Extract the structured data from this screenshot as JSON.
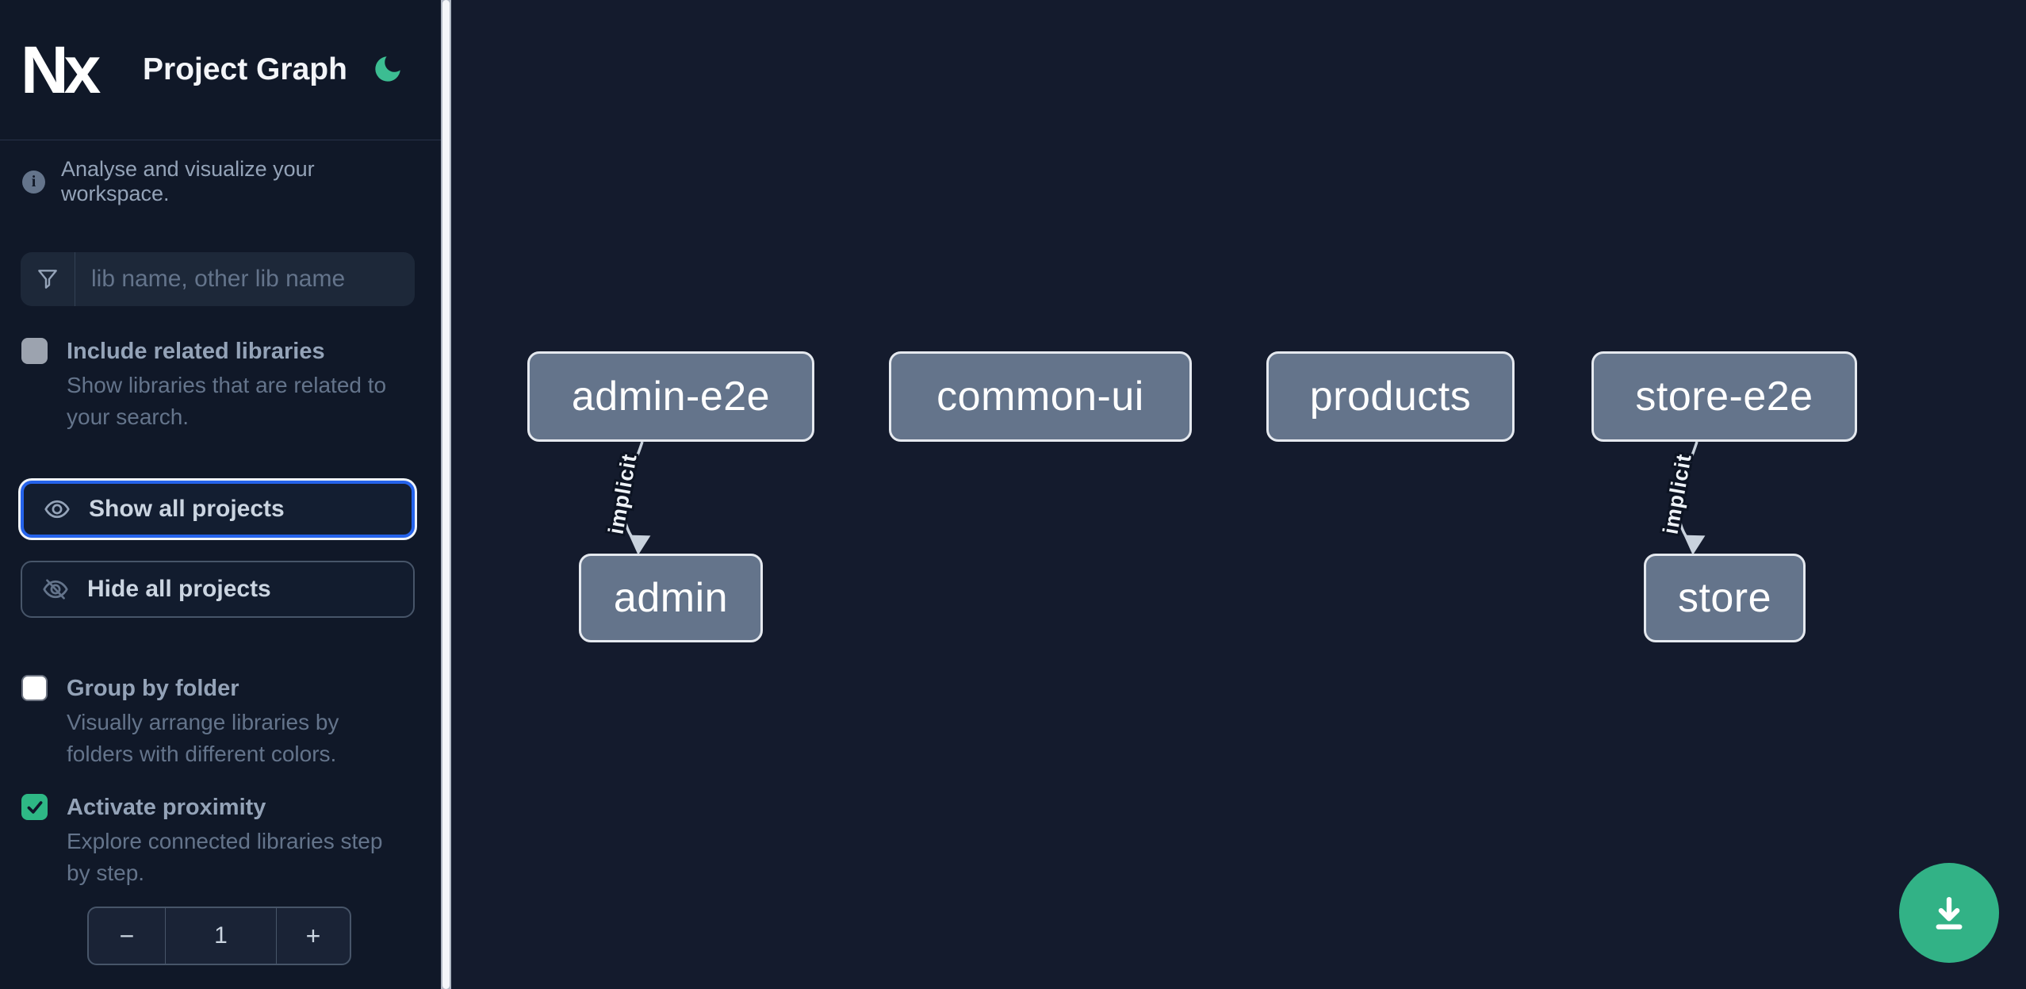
{
  "header": {
    "logo_text": "Nx",
    "title": "Project Graph",
    "theme_toggle": "moon-icon"
  },
  "sidebar": {
    "info": {
      "text": "Analyse and visualize your workspace."
    },
    "filter": {
      "placeholder": "lib name, other lib name",
      "icon": "funnel-icon"
    },
    "toggles": [
      {
        "label": "Include related libraries",
        "description": "Show libraries that are related to\nyour search.",
        "checked": false,
        "enabled": false
      },
      {
        "label": "Group by folder",
        "description": "Visually arrange libraries by\nfolders with different colors.",
        "checked": false,
        "enabled": true
      },
      {
        "label": "Activate proximity",
        "description": "Explore connected libraries step\nby step.",
        "checked": true,
        "enabled": true
      }
    ],
    "actions": [
      {
        "label": "Show all projects",
        "icon": "eye-icon",
        "focused": true
      },
      {
        "label": "Hide all projects",
        "icon": "eye-off-icon",
        "focused": false
      }
    ],
    "proximity_stepper": {
      "decrement_label": "−",
      "value": "1",
      "increment_label": "+"
    }
  },
  "graph": {
    "nodes": [
      {
        "label": "admin-e2e"
      },
      {
        "label": "common-ui"
      },
      {
        "label": "products"
      },
      {
        "label": "store-e2e"
      },
      {
        "label": "admin"
      },
      {
        "label": "store"
      }
    ],
    "edges": [
      {
        "source": "admin-e2e",
        "target": "admin",
        "label": "implicit",
        "type": "implicit"
      },
      {
        "source": "store-e2e",
        "target": "store",
        "label": "implicit",
        "type": "implicit"
      }
    ]
  },
  "fab": {
    "action": "download-graph-image",
    "icon": "download-icon"
  },
  "colors": {
    "sidebar_bg": "#101828",
    "canvas_bg": "#141b2d",
    "input_bg": "#1d2839",
    "focus_blue": "#2563eb",
    "checkbox_green": "#2eb885",
    "fab_green": "#32b286",
    "moon_green": "#3cbd92",
    "node_fill": "#64748b",
    "node_border": "#e5e9ef",
    "edge": "#c9d2dd",
    "label_text": "#94a3b8",
    "desc_text": "#64748b",
    "button_text": "#cbd5e1"
  }
}
